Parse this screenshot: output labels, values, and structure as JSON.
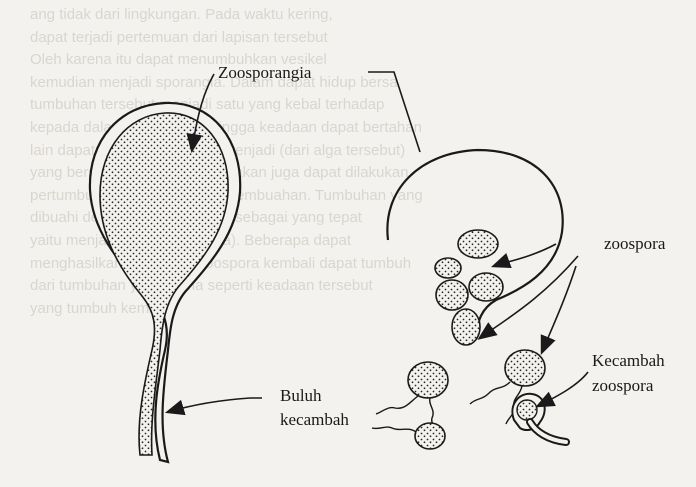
{
  "labels": {
    "zoosporangia": "Zoosporangia",
    "zoospora": "zoospora",
    "buluh_line1": "Buluh",
    "buluh_line2": "kecambah",
    "kecambah_line1": "Kecambah",
    "kecambah_line2": "zoospora"
  },
  "background_text": [
    "ang tidak dari lingkungan. Pada waktu kering,",
    "dapat terjadi pertemuan dari lapisan tersebut",
    "Oleh karena itu dapat menumbuhkan vesikel",
    "kemudian menjadi sporangia. Dalam dapat hidup bersa",
    "tumbuhan tersebut menjadi satu yang kebal terhadap",
    "kepada dalam spora itu, sehingga keadaan dapat bertahan",
    "lain dapat hidup kembali jika menjadi (dari alga tersebut)",
    "yang bersifat zoospora). Digunakan juga dapat dilakukan",
    "pertumbuhan kembali secara pembuahan. Tumbuhan yang",
    "dibuahi dengan yang keadaan sebagai yang tepat",
    "yaitu menjadi spora (zoospora). Beberapa dapat",
    "menghasilkan spora dan zoospora kembali dapat tumbuh",
    "dari tumbuhan yang sama seperti keadaan tersebut",
    "yang tumbuh kembali."
  ],
  "colors": {
    "ink": "#1a1a1a",
    "paper": "#f4f2ee",
    "ghost_text": "#d9d6d0"
  }
}
